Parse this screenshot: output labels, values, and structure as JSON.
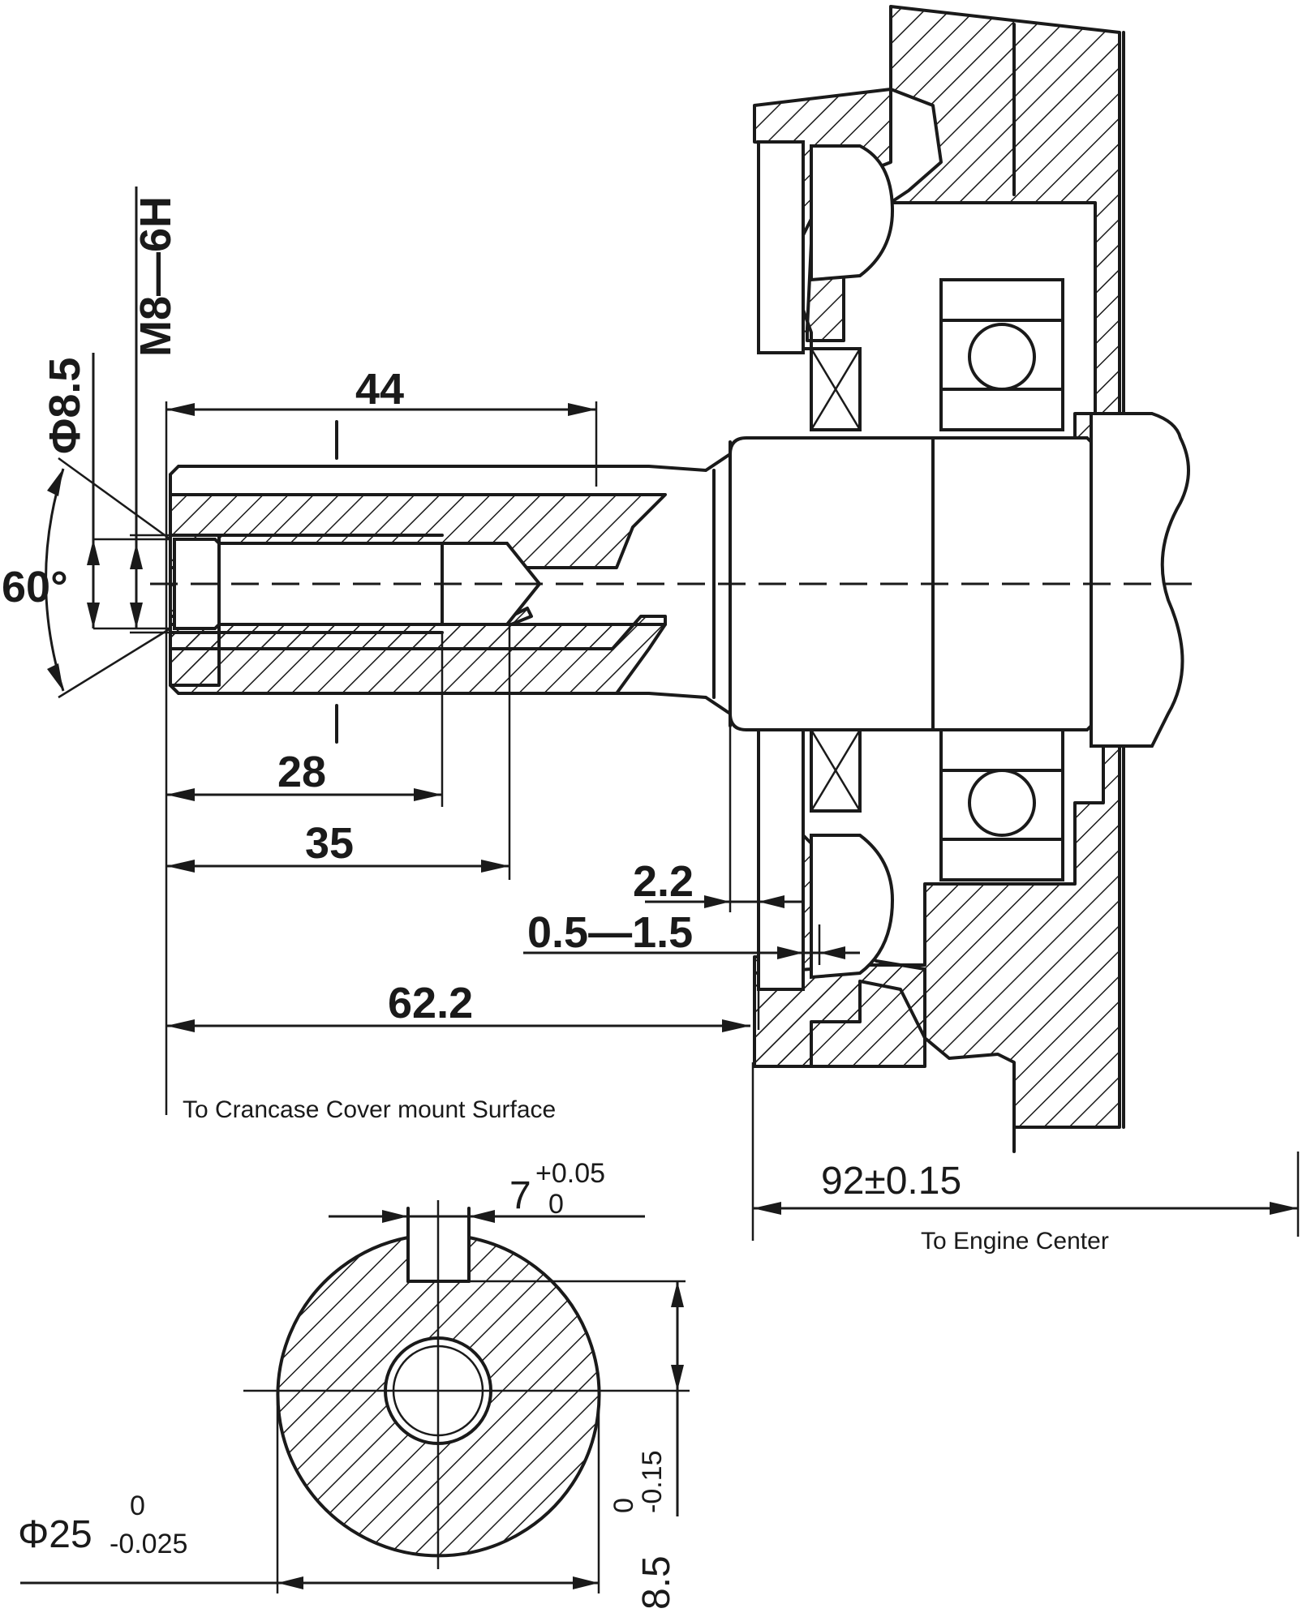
{
  "dimensions": {
    "thread": "M8—6H",
    "hole_diameter": "Φ8.5",
    "angle": "60°",
    "length_44": "44",
    "length_28": "28",
    "length_35": "35",
    "gap_2_2": "2.2",
    "gap_range": "0.5—1.5",
    "length_62_2": "62.2",
    "engine_center": "92±0.15",
    "key_width_nominal": "7",
    "key_width_upper": "+0.05",
    "key_width_lower": "0",
    "shaft_diameter_nominal": "Φ25",
    "shaft_diameter_upper": "0",
    "shaft_diameter_lower": "-0.025",
    "key_depth_nominal": "8.5",
    "key_depth_upper": "0",
    "key_depth_lower": "-0.15"
  },
  "notes": {
    "crankcase_cover": "To Crancase Cover mount Surface",
    "engine_center": "To Engine Center"
  }
}
